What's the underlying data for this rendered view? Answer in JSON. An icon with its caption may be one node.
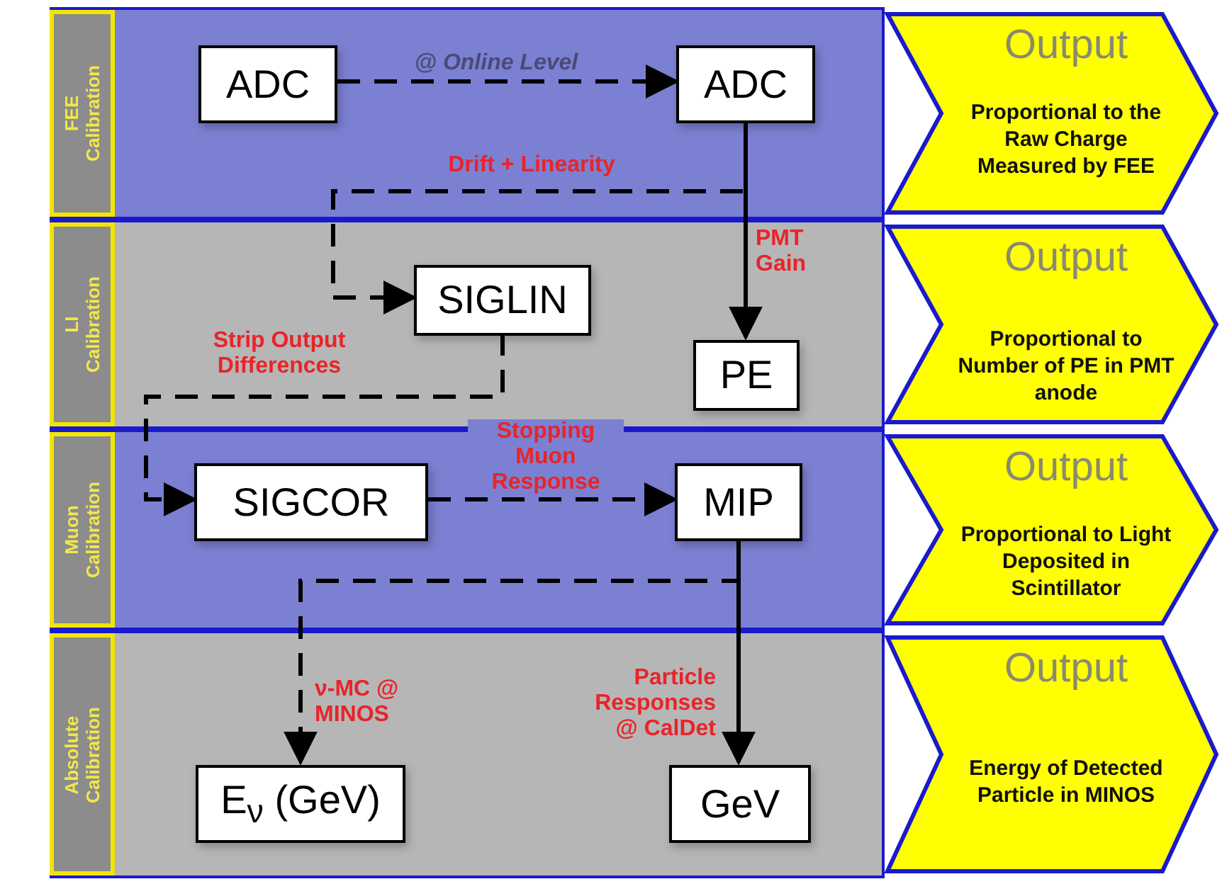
{
  "diagram": {
    "nodes": [
      {
        "text": [
          "FEE Calibration"
        ]
      },
      {
        "text": [
          "ADC"
        ],
        "in": 0
      },
      {
        "text": [
          "ADC"
        ],
        "in": 0
      },
      {
        "text": [
          "Output",
          "Proportional to the Raw Charge Measured by FEE"
        ]
      },
      {
        "text": [
          "LI Calibration"
        ]
      },
      {
        "text": [
          "SIGLIN"
        ],
        "in": 4
      },
      {
        "text": [
          "PE"
        ],
        "in": 4
      },
      {
        "text": [
          "Output",
          "Proportional to Number of PE in PMT anode"
        ]
      },
      {
        "text": [
          "Muon Calibration"
        ]
      },
      {
        "text": [
          "SIGCOR"
        ],
        "in": 8
      },
      {
        "text": [
          "MIP"
        ],
        "in": 8
      },
      {
        "text": [
          "Output",
          "Proportional to Light Deposited in Scintillator"
        ]
      },
      {
        "text": [
          "Absolute Calibration"
        ]
      },
      {
        "text": [
          "E$_{ν}$ (GeV)"
        ],
        "in": 12
      },
      {
        "text": [
          "GeV"
        ],
        "in": 12
      },
      {
        "text": [
          "Output",
          "Energy of Detected Particle in MINOS"
        ]
      }
    ],
    "edges": [
      {
        "from": 1,
        "to": 2,
        "arrow": "to",
        "style": "dashed",
        "label": "@ Online Level"
      },
      {
        "from": 2,
        "to": 5,
        "arrow": "to",
        "style": "dashed",
        "label": "Drift + Linearity"
      },
      {
        "from": 2,
        "to": 6,
        "arrow": "to",
        "label": "PMT Gain"
      },
      {
        "from": 5,
        "to": 9,
        "arrow": "to",
        "style": "dashed",
        "label": "Strip Output Differences"
      },
      {
        "from": 9,
        "to": 10,
        "arrow": "to",
        "style": "dashed",
        "label": "Stopping Muon Response"
      },
      {
        "from": 10,
        "to": 13,
        "arrow": "to",
        "style": "dashed",
        "label": "ν-MC @ MINOS"
      },
      {
        "from": 10,
        "to": 14,
        "arrow": "to",
        "label": "Particle Responses @ CalDet"
      }
    ]
  }
}
